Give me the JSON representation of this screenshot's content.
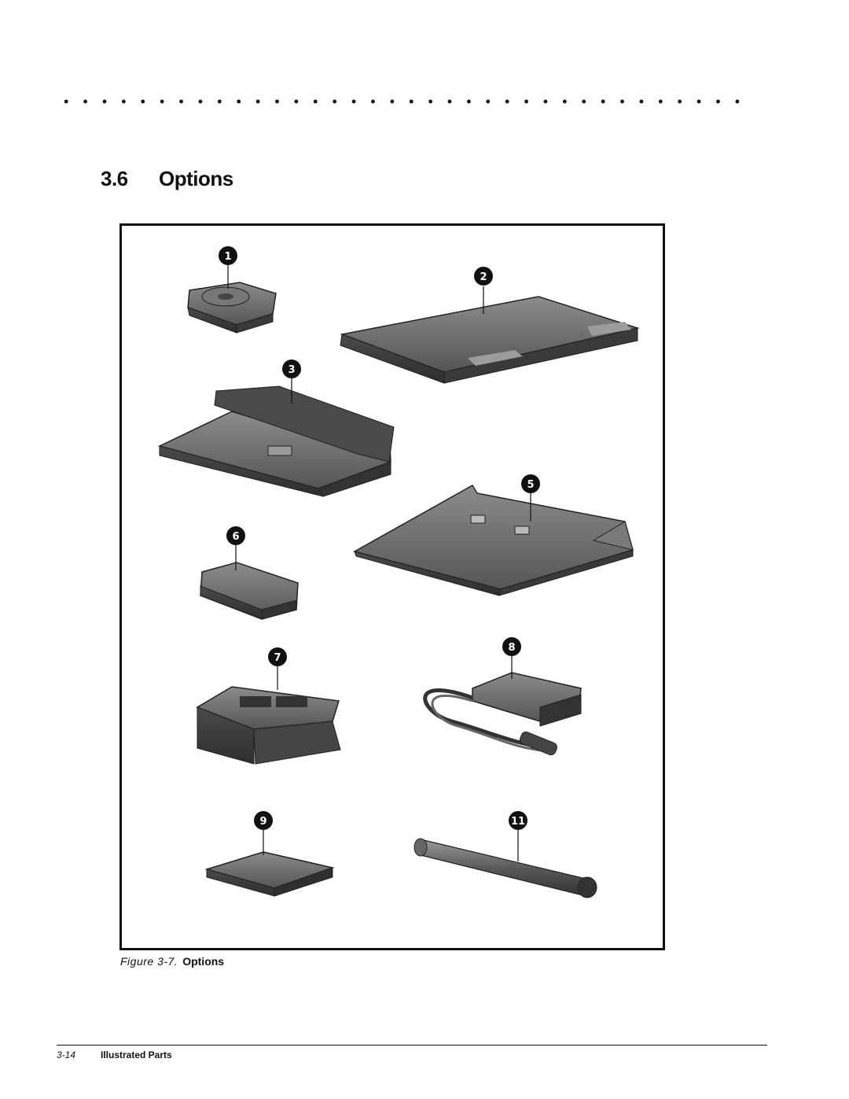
{
  "header": {
    "section_number": "3.6",
    "section_title": "Options"
  },
  "figure": {
    "label": "Figure 3-7.",
    "title": "Options",
    "callouts": [
      "1",
      "2",
      "3",
      "5",
      "6",
      "7",
      "8",
      "9",
      "11"
    ],
    "items": [
      {
        "callout": "1",
        "icon": "hard-drive-icon"
      },
      {
        "callout": "2",
        "icon": "expansion-base-icon"
      },
      {
        "callout": "3",
        "icon": "docking-station-icon"
      },
      {
        "callout": "5",
        "icon": "port-replicator-icon"
      },
      {
        "callout": "6",
        "icon": "battery-pack-icon"
      },
      {
        "callout": "7",
        "icon": "battery-charger-icon"
      },
      {
        "callout": "8",
        "icon": "ac-adapter-icon"
      },
      {
        "callout": "9",
        "icon": "battery-icon"
      },
      {
        "callout": "11",
        "icon": "pen-stylus-icon"
      }
    ]
  },
  "footer": {
    "page_number": "3-14",
    "section_name": "Illustrated Parts"
  },
  "colors": {
    "ink": "#111111",
    "product_gray": "#5a5a5a",
    "product_dark": "#3a3a3a",
    "product_light": "#8a8a8a"
  }
}
